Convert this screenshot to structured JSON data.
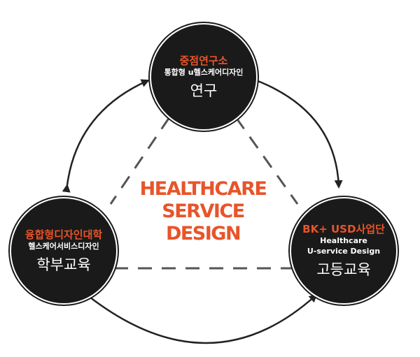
{
  "center_label": {
    "line1": "HEALTHCARE",
    "line2": "SERVICE DESIGN"
  },
  "nodes": {
    "top": {
      "title": "중점연구소",
      "subtitle": "통합형 u헬스케어디자인",
      "main": "연구"
    },
    "left": {
      "title": "융합형디자인대학",
      "subtitle": "헬스케어서비스디자인",
      "main": "학부교육"
    },
    "right": {
      "title": "BK+ USD사업단",
      "subtitle_line1": "Healthcare",
      "subtitle_line2": "U-service Design",
      "main": "고등교육"
    }
  },
  "colors": {
    "accent": "#e8542a",
    "circle": "#1a1a1a",
    "line": "#333333",
    "dash": "#555555"
  }
}
